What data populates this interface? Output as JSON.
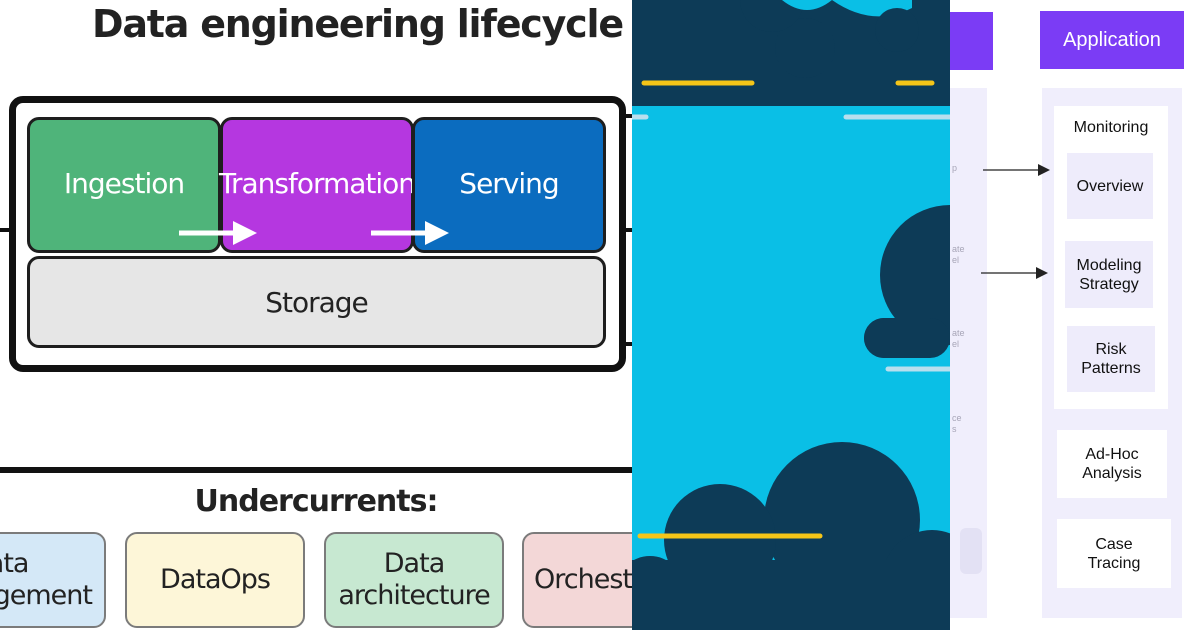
{
  "lifecycle": {
    "title": "Data engineering lifecycle",
    "stages": [
      "Ingestion",
      "Transformation",
      "Serving"
    ],
    "storage": "Storage",
    "undercurrents_title": "Undercurrents:",
    "undercurrents": [
      {
        "line1": "Data",
        "line2": "agement",
        "color": "#d4e8f7"
      },
      {
        "line1": "DataOps",
        "line2": "",
        "color": "#fdf6d8"
      },
      {
        "line1": "Data",
        "line2": "architecture",
        "color": "#c7e8d1"
      },
      {
        "line1": "Orchestr",
        "line2": "",
        "color": "#f3d7d7"
      }
    ],
    "colors": {
      "ingestion": "#4fb47a",
      "transformation": "#b537e0",
      "serving": "#0b6cbf",
      "storage": "#e6e6e6"
    }
  },
  "sky": {
    "colors": {
      "sky": "#0abfe6",
      "cloud": "#0d3b57",
      "line_yellow": "#f5c518",
      "line_white": "#b8dfee"
    }
  },
  "application": {
    "header": "Application",
    "group_label": "Monitoring",
    "nodes": [
      {
        "line1": "Overview",
        "line2": ""
      },
      {
        "line1": "Modeling",
        "line2": "Strategy"
      },
      {
        "line1": "Risk",
        "line2": "Patterns"
      },
      {
        "line1": "Ad-Hoc",
        "line2": "Analysis"
      },
      {
        "line1": "Case",
        "line2": "Tracing"
      }
    ],
    "faint_labels": [
      "p",
      "ate",
      "el",
      "ate",
      "el",
      "ce",
      "s"
    ],
    "colors": {
      "header": "#7b3cf5",
      "lane": "#f0eefc",
      "node": "#eeecfb"
    }
  }
}
